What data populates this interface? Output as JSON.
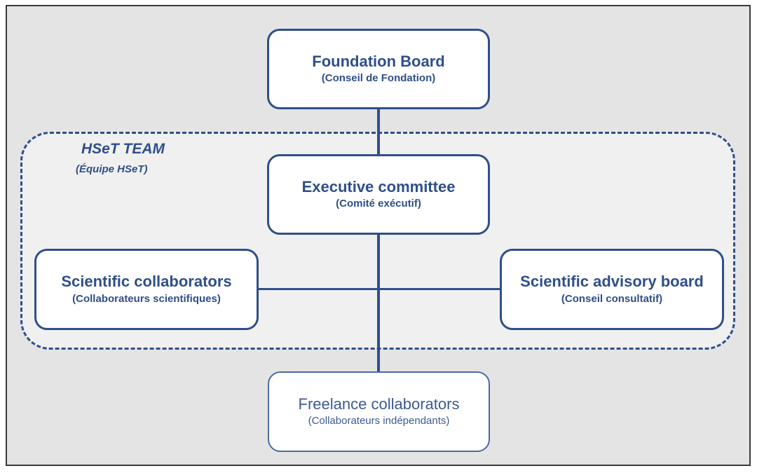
{
  "team": {
    "title": "HSeT TEAM",
    "subtitle": "(Équipe HSeT)"
  },
  "nodes": {
    "foundation_board": {
      "title": "Foundation Board",
      "subtitle": "(Conseil de Fondation)"
    },
    "executive_committee": {
      "title": "Executive committee",
      "subtitle": "(Comité exécutif)"
    },
    "scientific_collaborators": {
      "title": "Scientific collaborators",
      "subtitle": "(Collaborateurs scientifiques)"
    },
    "scientific_advisory_board": {
      "title": "Scientific advisory board",
      "subtitle": "(Conseil consultatif)"
    },
    "freelance_collaborators": {
      "title": "Freelance collaborators",
      "subtitle": "(Collaborateurs indépendants)"
    }
  },
  "colors": {
    "primary": "#2f4f89",
    "background": "#e5e4e5",
    "team_area": "#f0f0f0",
    "box_fill": "#ffffff"
  }
}
